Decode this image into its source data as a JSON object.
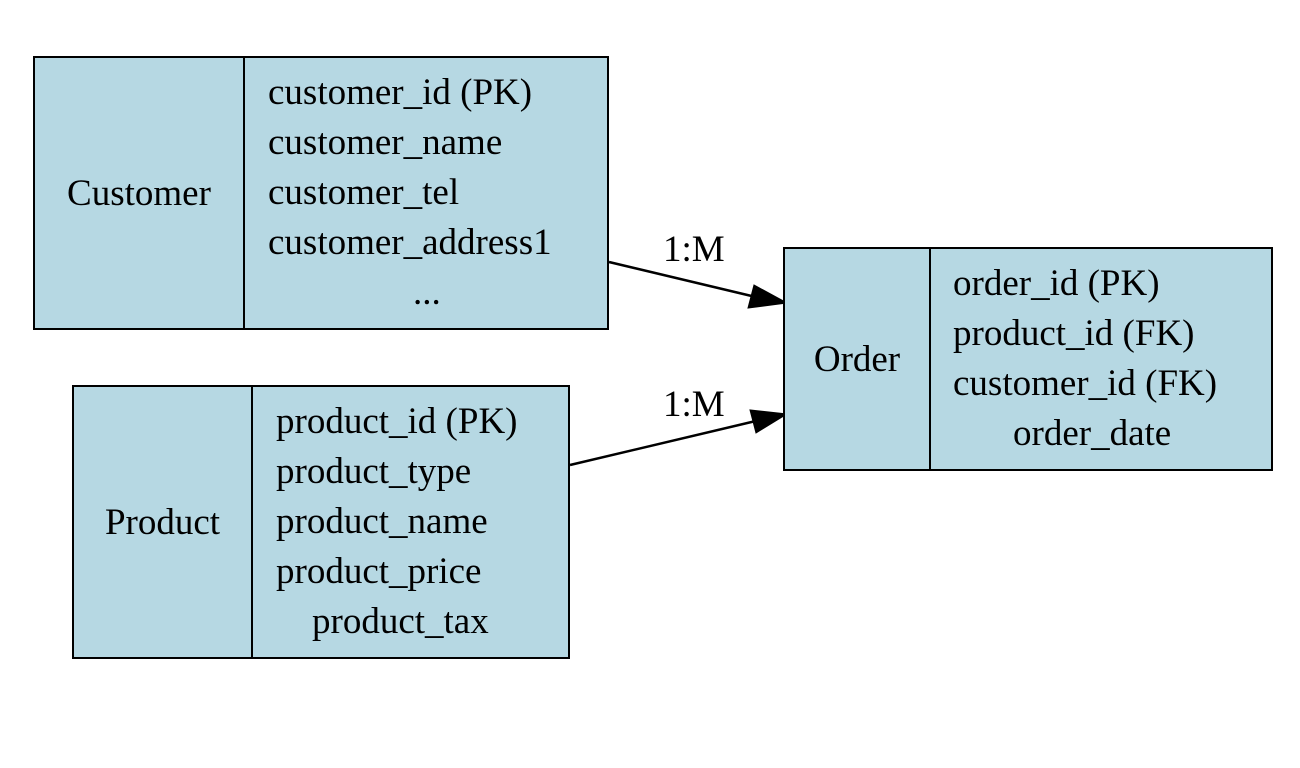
{
  "entities": {
    "customer": {
      "name": "Customer",
      "attributes": [
        "customer_id (PK)",
        "customer_name",
        "customer_tel",
        "customer_address1",
        "..."
      ]
    },
    "product": {
      "name": "Product",
      "attributes": [
        "product_id (PK)",
        "product_type",
        "product_name",
        "product_price",
        "product_tax"
      ]
    },
    "order": {
      "name": "Order",
      "attributes": [
        "order_id (PK)",
        "product_id (FK)",
        "customer_id (FK)",
        "order_date"
      ]
    }
  },
  "relationships": [
    {
      "from": "Customer",
      "to": "Order",
      "label": "1:M"
    },
    {
      "from": "Product",
      "to": "Order",
      "label": "1:M"
    }
  ],
  "colors": {
    "entity_fill": "#b6d8e3",
    "stroke": "#000000"
  }
}
